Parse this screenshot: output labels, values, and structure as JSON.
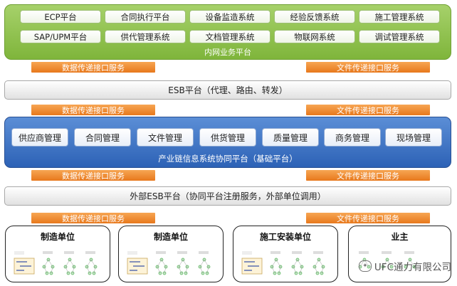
{
  "intranet": {
    "systems_row1": [
      "ECP平台",
      "合同执行平台",
      "设备监造系统",
      "经验反馈系统",
      "施工管理系统"
    ],
    "systems_row2": [
      "SAP/UPM平台",
      "供代管理系统",
      "文档管理系统",
      "物联网系统",
      "调试管理系统"
    ],
    "label": "内网业务平台"
  },
  "arrows": {
    "data_service": "数据传递接口服务",
    "file_service": "文件传递接口服务"
  },
  "esb": {
    "label": "ESB平台（代理、路由、转发）"
  },
  "core": {
    "modules": [
      "供应商管理",
      "合同管理",
      "文件管理",
      "供货管理",
      "质量管理",
      "商务管理",
      "现场管理"
    ],
    "label": "产业链信息系统协同平台（基础平台）"
  },
  "external_esb": {
    "label": "外部ESB平台（协同平台注册服务，外部单位调用）"
  },
  "parties": [
    {
      "title": "制造单位"
    },
    {
      "title": "制造单位"
    },
    {
      "title": "施工安装单位"
    },
    {
      "title": "业主"
    }
  ],
  "watermark": {
    "text": "UFC通力有限公司"
  },
  "colors": {
    "intranet_green": "#8cc04a",
    "arrow_orange": "#f08a2a",
    "core_blue": "#3a70c4",
    "bar_grey": "#e6e6e6"
  }
}
